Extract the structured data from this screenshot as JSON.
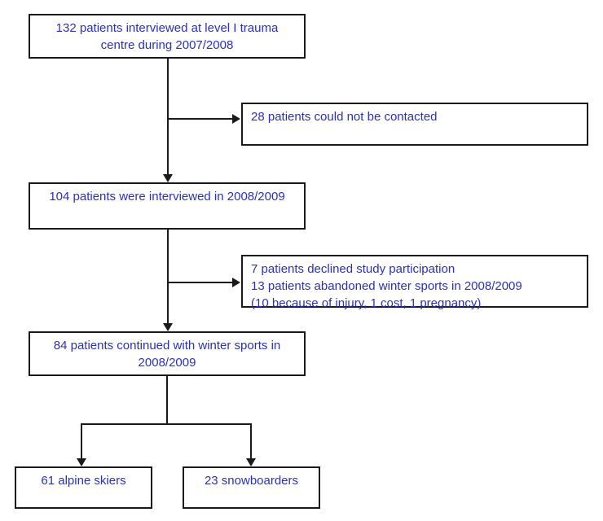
{
  "flowchart": {
    "type": "patient-flow-diagram",
    "text_color": "#2b32b2",
    "line_color": "#1a1a1a",
    "background_color": "#ffffff",
    "boxes": {
      "interviewed_2007": {
        "text": "132 patients interviewed at level I trauma centre during 2007/2008"
      },
      "not_contacted": {
        "text": "28 patients could not be contacted"
      },
      "interviewed_2008": {
        "text": "104 patients were interviewed in 2008/2009"
      },
      "excluded": {
        "line1": "7 patients declined study participation",
        "line2": "13 patients abandoned winter sports in 2008/2009",
        "line3": "(10 because of injury, 1 cost, 1 pregnancy)"
      },
      "continued": {
        "text": "84 patients continued with winter sports in 2008/2009"
      },
      "skiers": {
        "text": "61 alpine skiers"
      },
      "snowboarders": {
        "text": "23 snowboarders"
      }
    }
  }
}
